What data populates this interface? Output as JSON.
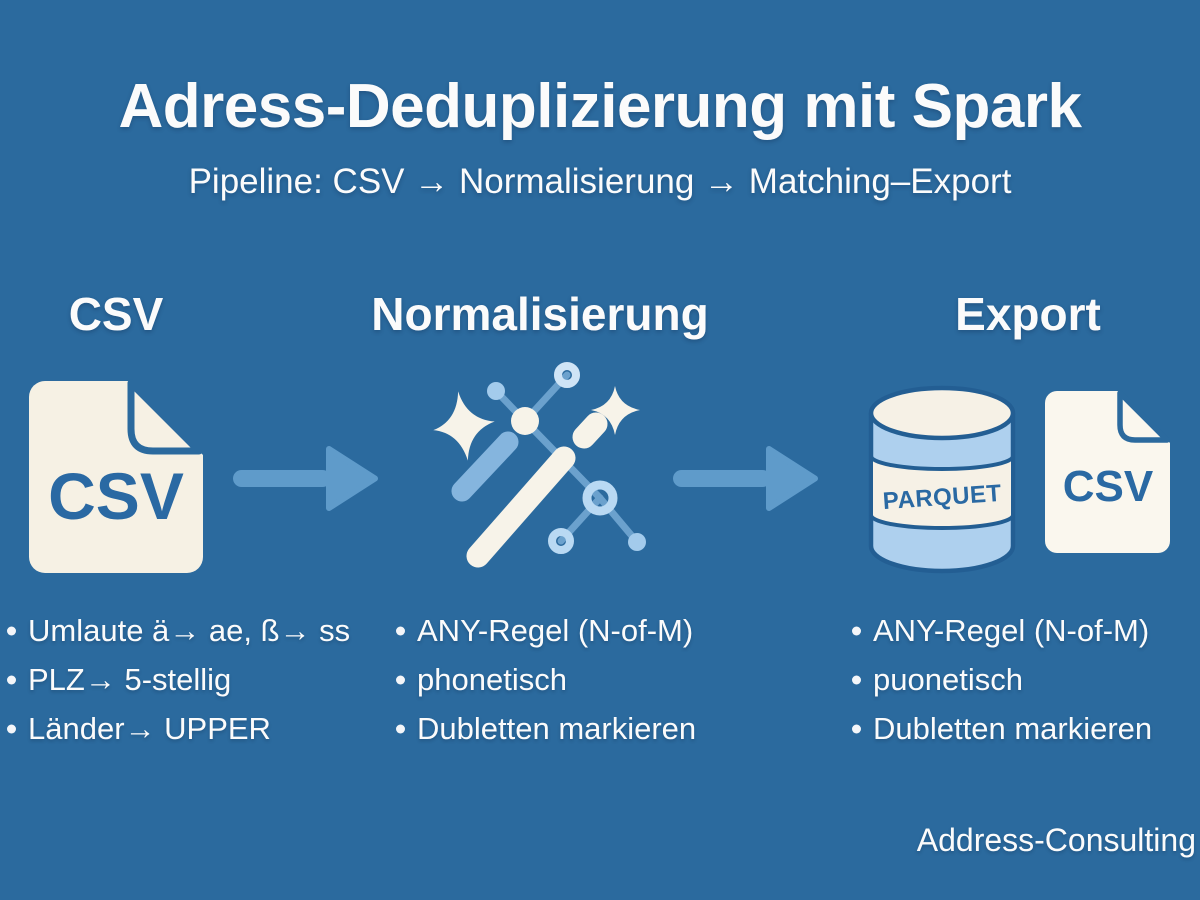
{
  "title": "Adress-Deduplizierung mit Spark",
  "subtitle": "Pipeline: CSV → Normalisierung → Matching–Export",
  "columns": [
    {
      "heading": "CSV",
      "icon": "csv-file-icon",
      "csv_label": "CSV",
      "bullets": [
        "Umlaute ä→ ae, ß→ ss",
        "PLZ→ 5-stellig",
        "Länder→ UPPER"
      ]
    },
    {
      "heading": "Normalisierung",
      "icon": "magic-wand-icon",
      "bullets": [
        "ANY-Regel (N-of-M)",
        "phonetisch",
        "Dubletten markieren"
      ]
    },
    {
      "heading": "Export",
      "icon": "parquet-database-and-csv-file-icons",
      "parquet_label": "PARQUET",
      "csv_label": "CSV",
      "bullets": [
        "ANY-Regel (N-of-M)",
        "puonetisch",
        "Dubletten markieren"
      ]
    }
  ],
  "footer": "Address-Consulting",
  "colors": {
    "background": "#2b6a9e",
    "cream": "#f6f1e4",
    "paper_white": "#faf7ee",
    "light_blue_band": "#aed0ee",
    "arrow_blue": "#5f9bca",
    "outline_dark_blue": "#235e93",
    "icon_text_blue": "#2a69a3",
    "stick_blue": "#6ba1cd",
    "node_light_blue": "#b9d9f3"
  }
}
